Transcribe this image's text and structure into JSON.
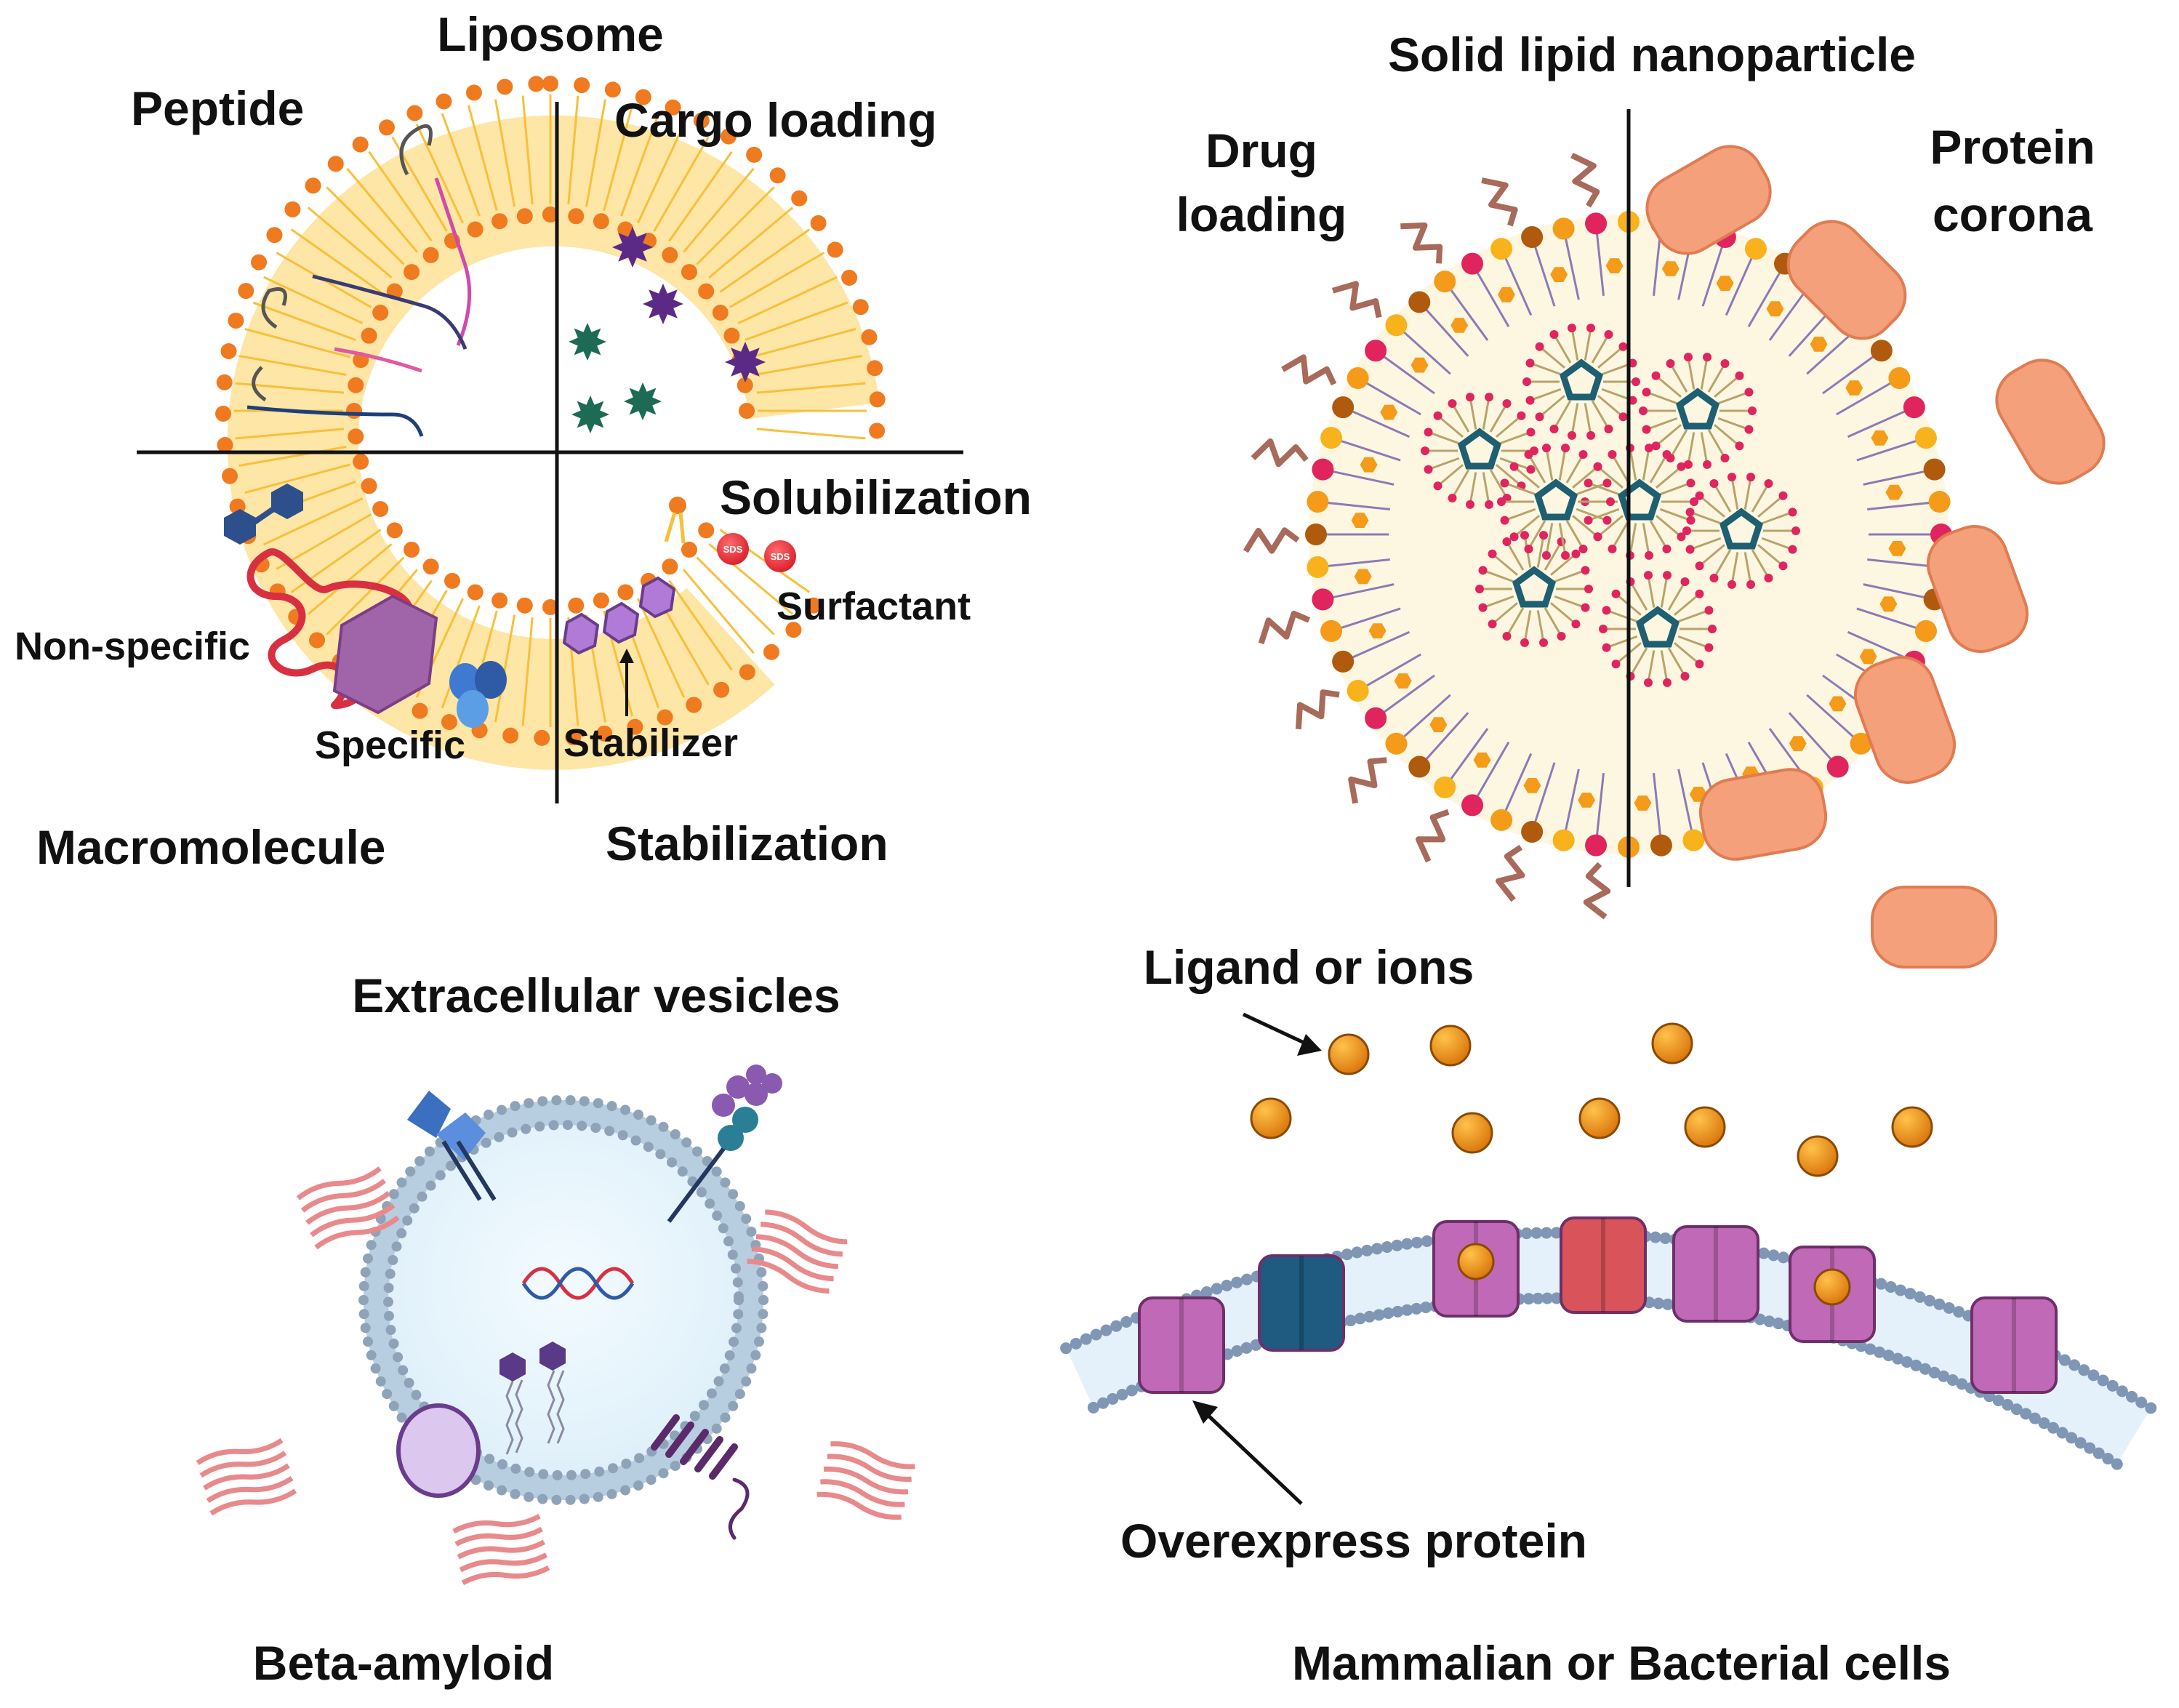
{
  "liposome": {
    "title": "Liposome",
    "q_peptide": "Peptide",
    "q_cargo": "Cargo loading",
    "q_solubilization": "Solubilization",
    "surfactant": "Surfactant",
    "sds": "SDS",
    "non_specific": "Non-specific",
    "specific": "Specific",
    "stabilizer": "Stabilizer",
    "q_macromolecule": "Macromolecule",
    "q_stabilization": "Stabilization"
  },
  "sln": {
    "title": "Solid lipid nanoparticle",
    "drug_line1": "Drug",
    "drug_line2": "loading",
    "corona_line1": "Protein",
    "corona_line2": "corona"
  },
  "ev": {
    "title": "Extracellular vesicles",
    "beta_amyloid": "Beta-amyloid"
  },
  "cells": {
    "ligand": "Ligand or ions",
    "overexpress": "Overexpress protein",
    "title": "Mammalian or Bacterial cells"
  },
  "colors": {
    "lipid_head": "#f07a1f",
    "lipid_tail": "#f7c03c",
    "lipid_fill": "#fde6a6",
    "purple_star": "#5b2a86",
    "green_star": "#1d6a55",
    "orange_ball": "#e88a12",
    "protein_pink": "#c069b6",
    "corona": "#f4a07a",
    "membrane_blue": "#8fa9c6"
  }
}
